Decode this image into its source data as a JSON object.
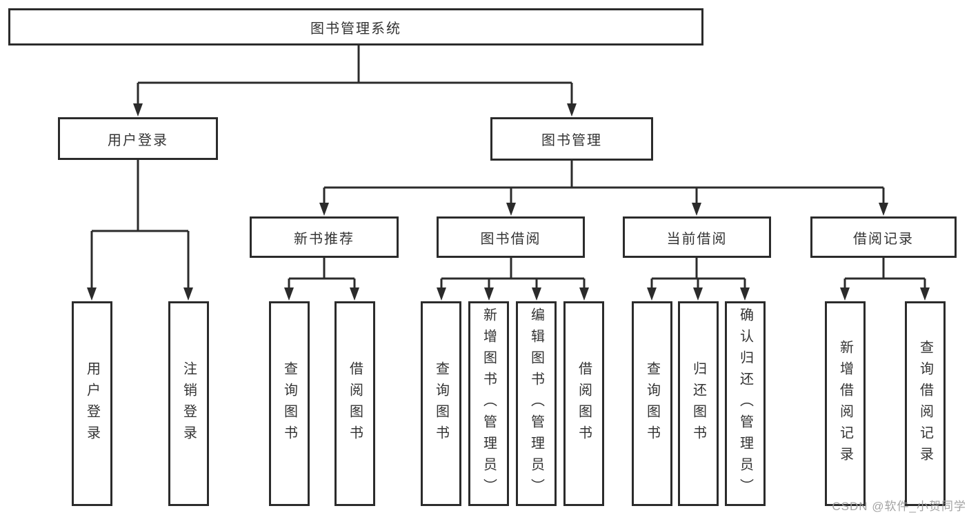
{
  "diagram": {
    "root": {
      "label": "图书管理系统"
    },
    "level2": [
      {
        "label": "用户登录"
      },
      {
        "label": "图书管理"
      }
    ],
    "level3": [
      {
        "label": "新书推荐"
      },
      {
        "label": "图书借阅"
      },
      {
        "label": "当前借阅"
      },
      {
        "label": "借阅记录"
      }
    ],
    "leaves": [
      {
        "label": "用户登录"
      },
      {
        "label": "注销登录"
      },
      {
        "label": "查询图书"
      },
      {
        "label": "借阅图书"
      },
      {
        "label": "查询图书"
      },
      {
        "label": "新增图书（管理员）"
      },
      {
        "label": "编辑图书（管理员）"
      },
      {
        "label": "借阅图书"
      },
      {
        "label": "查询图书"
      },
      {
        "label": "归还图书"
      },
      {
        "label": "确认归还（管理员）"
      },
      {
        "label": "新增借阅记录"
      },
      {
        "label": "查询借阅记录"
      }
    ]
  },
  "watermark": {
    "text": "CSDN @软件_小贺同学"
  },
  "colors": {
    "line": "#2b2b2b",
    "text": "#333333",
    "box_background": "#ffffff",
    "watermark": "#9e9e9e",
    "page_background": "#ffffff"
  }
}
